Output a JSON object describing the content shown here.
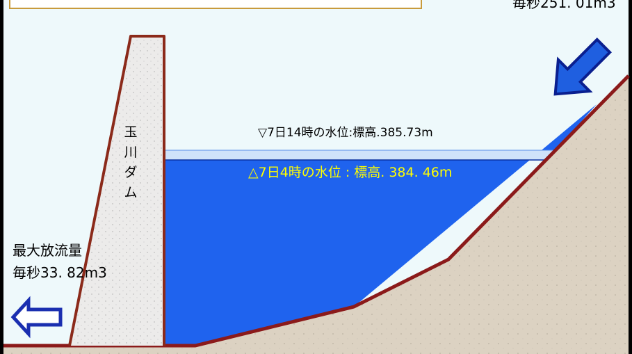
{
  "dam": {
    "name": "玉川ダム"
  },
  "water_level": {
    "current": "▽7日14時の水位:標高.385.73m",
    "previous": "△7日4時の水位 : 標高. 384. 46m"
  },
  "outflow": {
    "title": "最大放流量",
    "value": "毎秒33. 82m3"
  },
  "inflow": {
    "value": "毎秒251. 01m3"
  },
  "colors": {
    "sky": "#eef9fb",
    "water": "#1f63ee",
    "water_surface": "#cfe2fa",
    "terrain_outline": "#8b1a1a",
    "arrow_fill": "#1f5fe0",
    "arrow_edge": "#0a1f8f",
    "title_box_border": "#c89b3c"
  }
}
